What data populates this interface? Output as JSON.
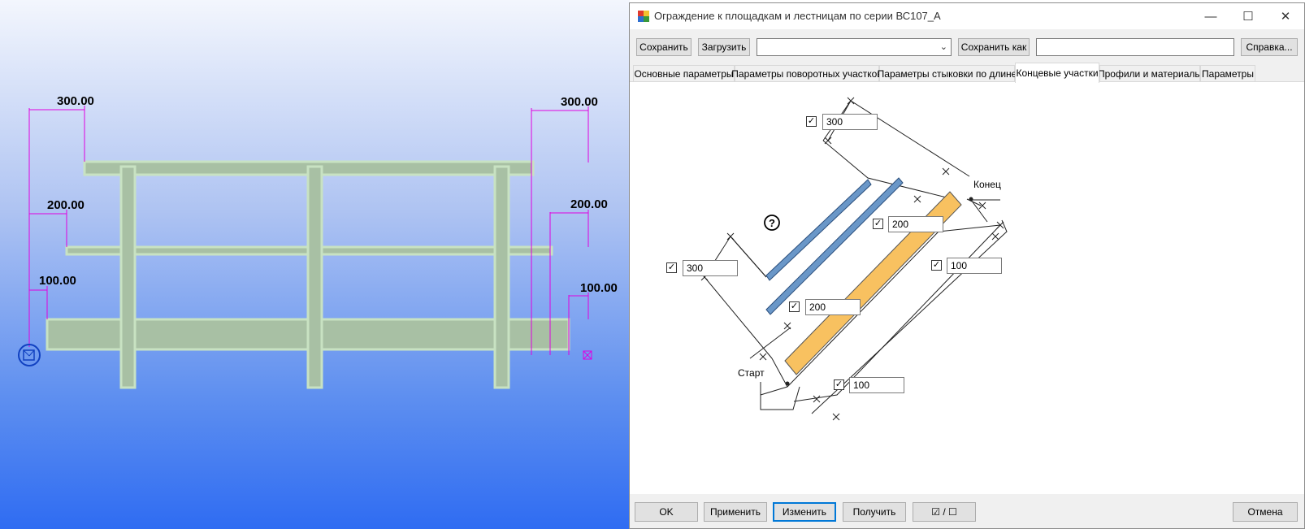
{
  "viewport": {
    "dims": {
      "left_top": "300.00",
      "left_mid": "200.00",
      "left_bottom": "100.00",
      "right_top": "300.00",
      "right_mid": "200.00",
      "right_bottom": "100.00"
    }
  },
  "dialog": {
    "title": "Ограждение к площадкам и лестницам по серии ВС107_А",
    "toolbar": {
      "save_label": "Сохранить",
      "load_label": "Загрузить",
      "preset_value": "",
      "save_as_label": "Сохранить как",
      "save_as_name": "",
      "help_label": "Справка..."
    },
    "tabs": [
      {
        "label": "Основные параметры"
      },
      {
        "label": "Параметры поворотных участков"
      },
      {
        "label": "Параметры стыковки по длине"
      },
      {
        "label": "Концевые участки"
      },
      {
        "label": "Профили и материалы"
      },
      {
        "label": "Параметры"
      }
    ],
    "diagram": {
      "end_label": "Конец",
      "start_label": "Старт",
      "help_glyph": "?",
      "fields": {
        "top_300": "300",
        "left_300": "300",
        "mid_200_top": "200",
        "mid_200_bottom": "200",
        "right_100": "100",
        "bottom_100": "100"
      }
    },
    "footer": {
      "ok_label": "OK",
      "apply_label": "Применить",
      "modify_label": "Изменить",
      "get_label": "Получить",
      "toggle_label": "☑ / ☐",
      "cancel_label": "Отмена"
    }
  }
}
